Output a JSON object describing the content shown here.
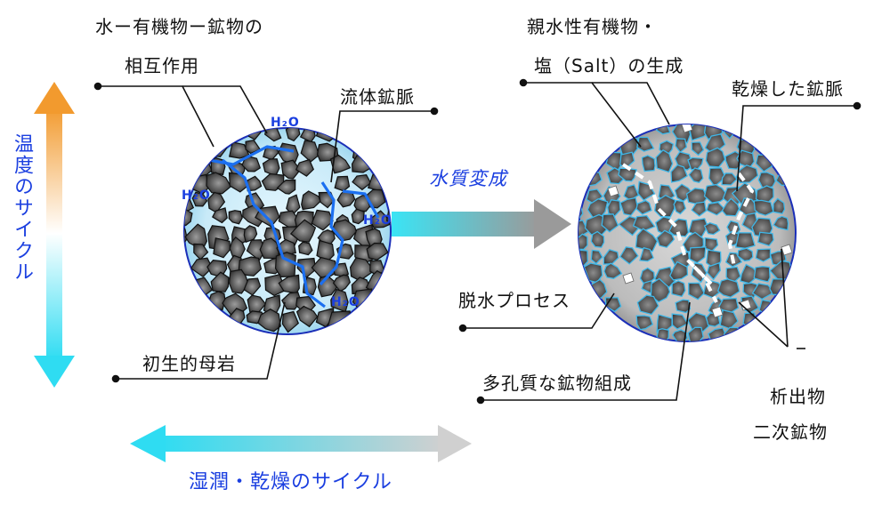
{
  "labels": {
    "interaction_line1": "水ー有機物ー鉱物の",
    "interaction_line2": "相互作用",
    "fluid_vein": "流体鉱脈",
    "primary_rock": "初生的母岩",
    "aqueous_alteration": "水質変成",
    "organics_line1": "親水性有機物・",
    "organics_line2": "塩（Salt）の生成",
    "dried_vein": "乾燥した鉱脈",
    "dehydration": "脱水プロセス",
    "porous": "多孔質な鉱物組成",
    "precipitate": "析出物",
    "secondary_mineral": "二次鉱物",
    "wet_dry_cycle": "湿潤・乾燥のサイクル",
    "temperature_cycle": "温度のサイクル",
    "h2o": [
      "H₂O",
      "H₂O",
      "H₂O",
      "H₂O"
    ]
  },
  "colors": {
    "accent_blue": "#1b3fe0",
    "warm": "#f0a030",
    "cyan": "#35e0f5",
    "grey": "#9a9a9a"
  }
}
